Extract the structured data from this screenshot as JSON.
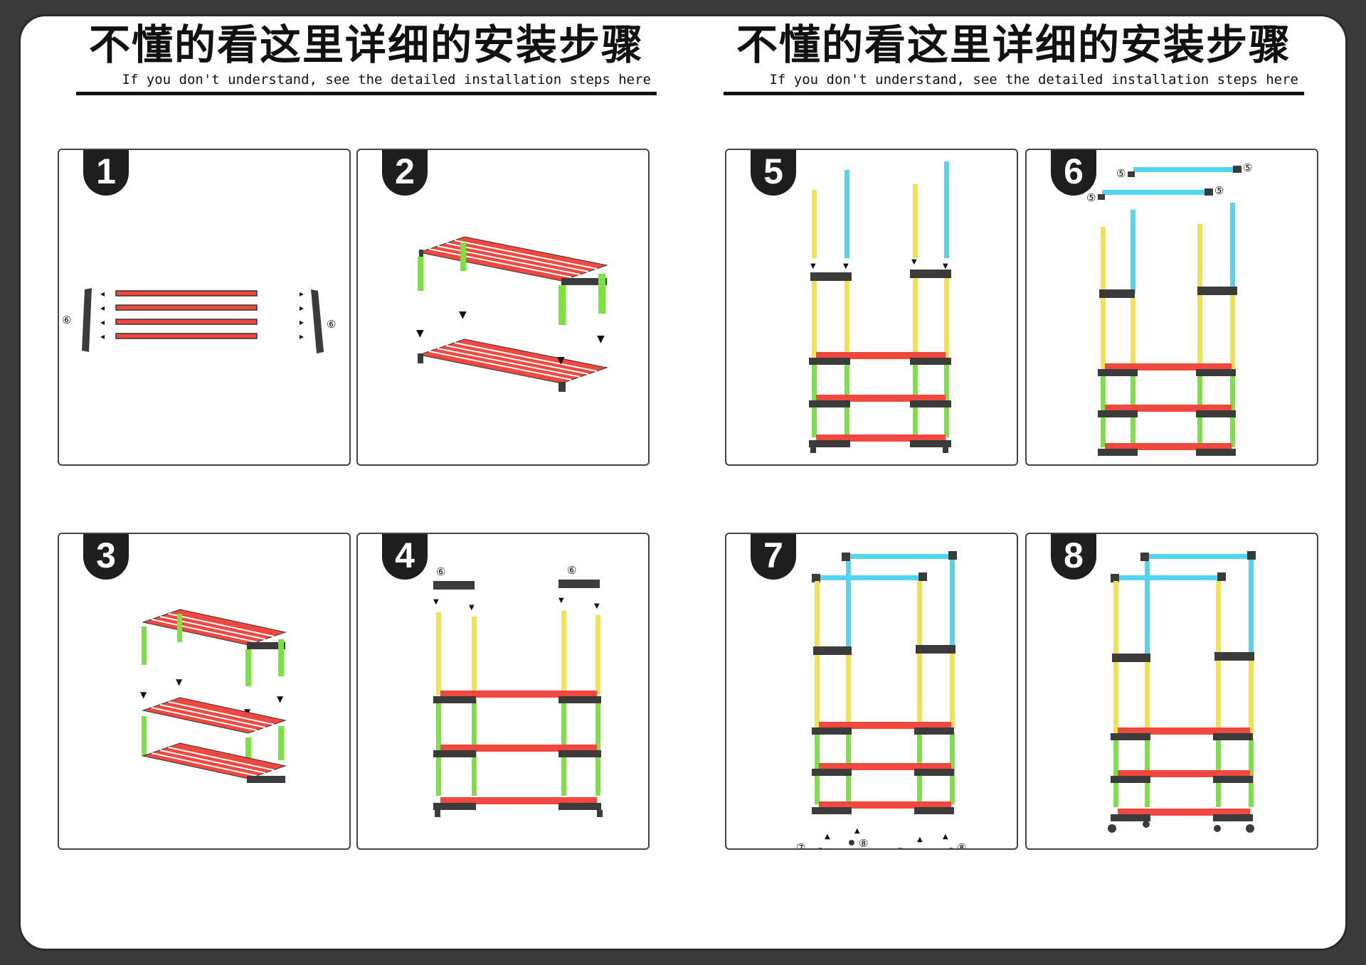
{
  "header": {
    "title_zh": "不懂的看这里详细的安装步骤",
    "subtitle_en": "If you don't understand, see the detailed installation steps here"
  },
  "steps": [
    {
      "number": "1"
    },
    {
      "number": "2"
    },
    {
      "number": "3"
    },
    {
      "number": "4"
    },
    {
      "number": "5"
    },
    {
      "number": "6"
    },
    {
      "number": "7"
    },
    {
      "number": "8"
    }
  ],
  "labels": {
    "part5": "⑤",
    "part6": "⑥",
    "part7": "⑦",
    "part8": "⑧"
  },
  "colors": {
    "frame": "#3b3b3b",
    "shelf": "#f0483e",
    "green": "#7be33d",
    "yellow": "#f5e24a",
    "blue": "#52d6ef",
    "background": "#3a3a3a"
  }
}
